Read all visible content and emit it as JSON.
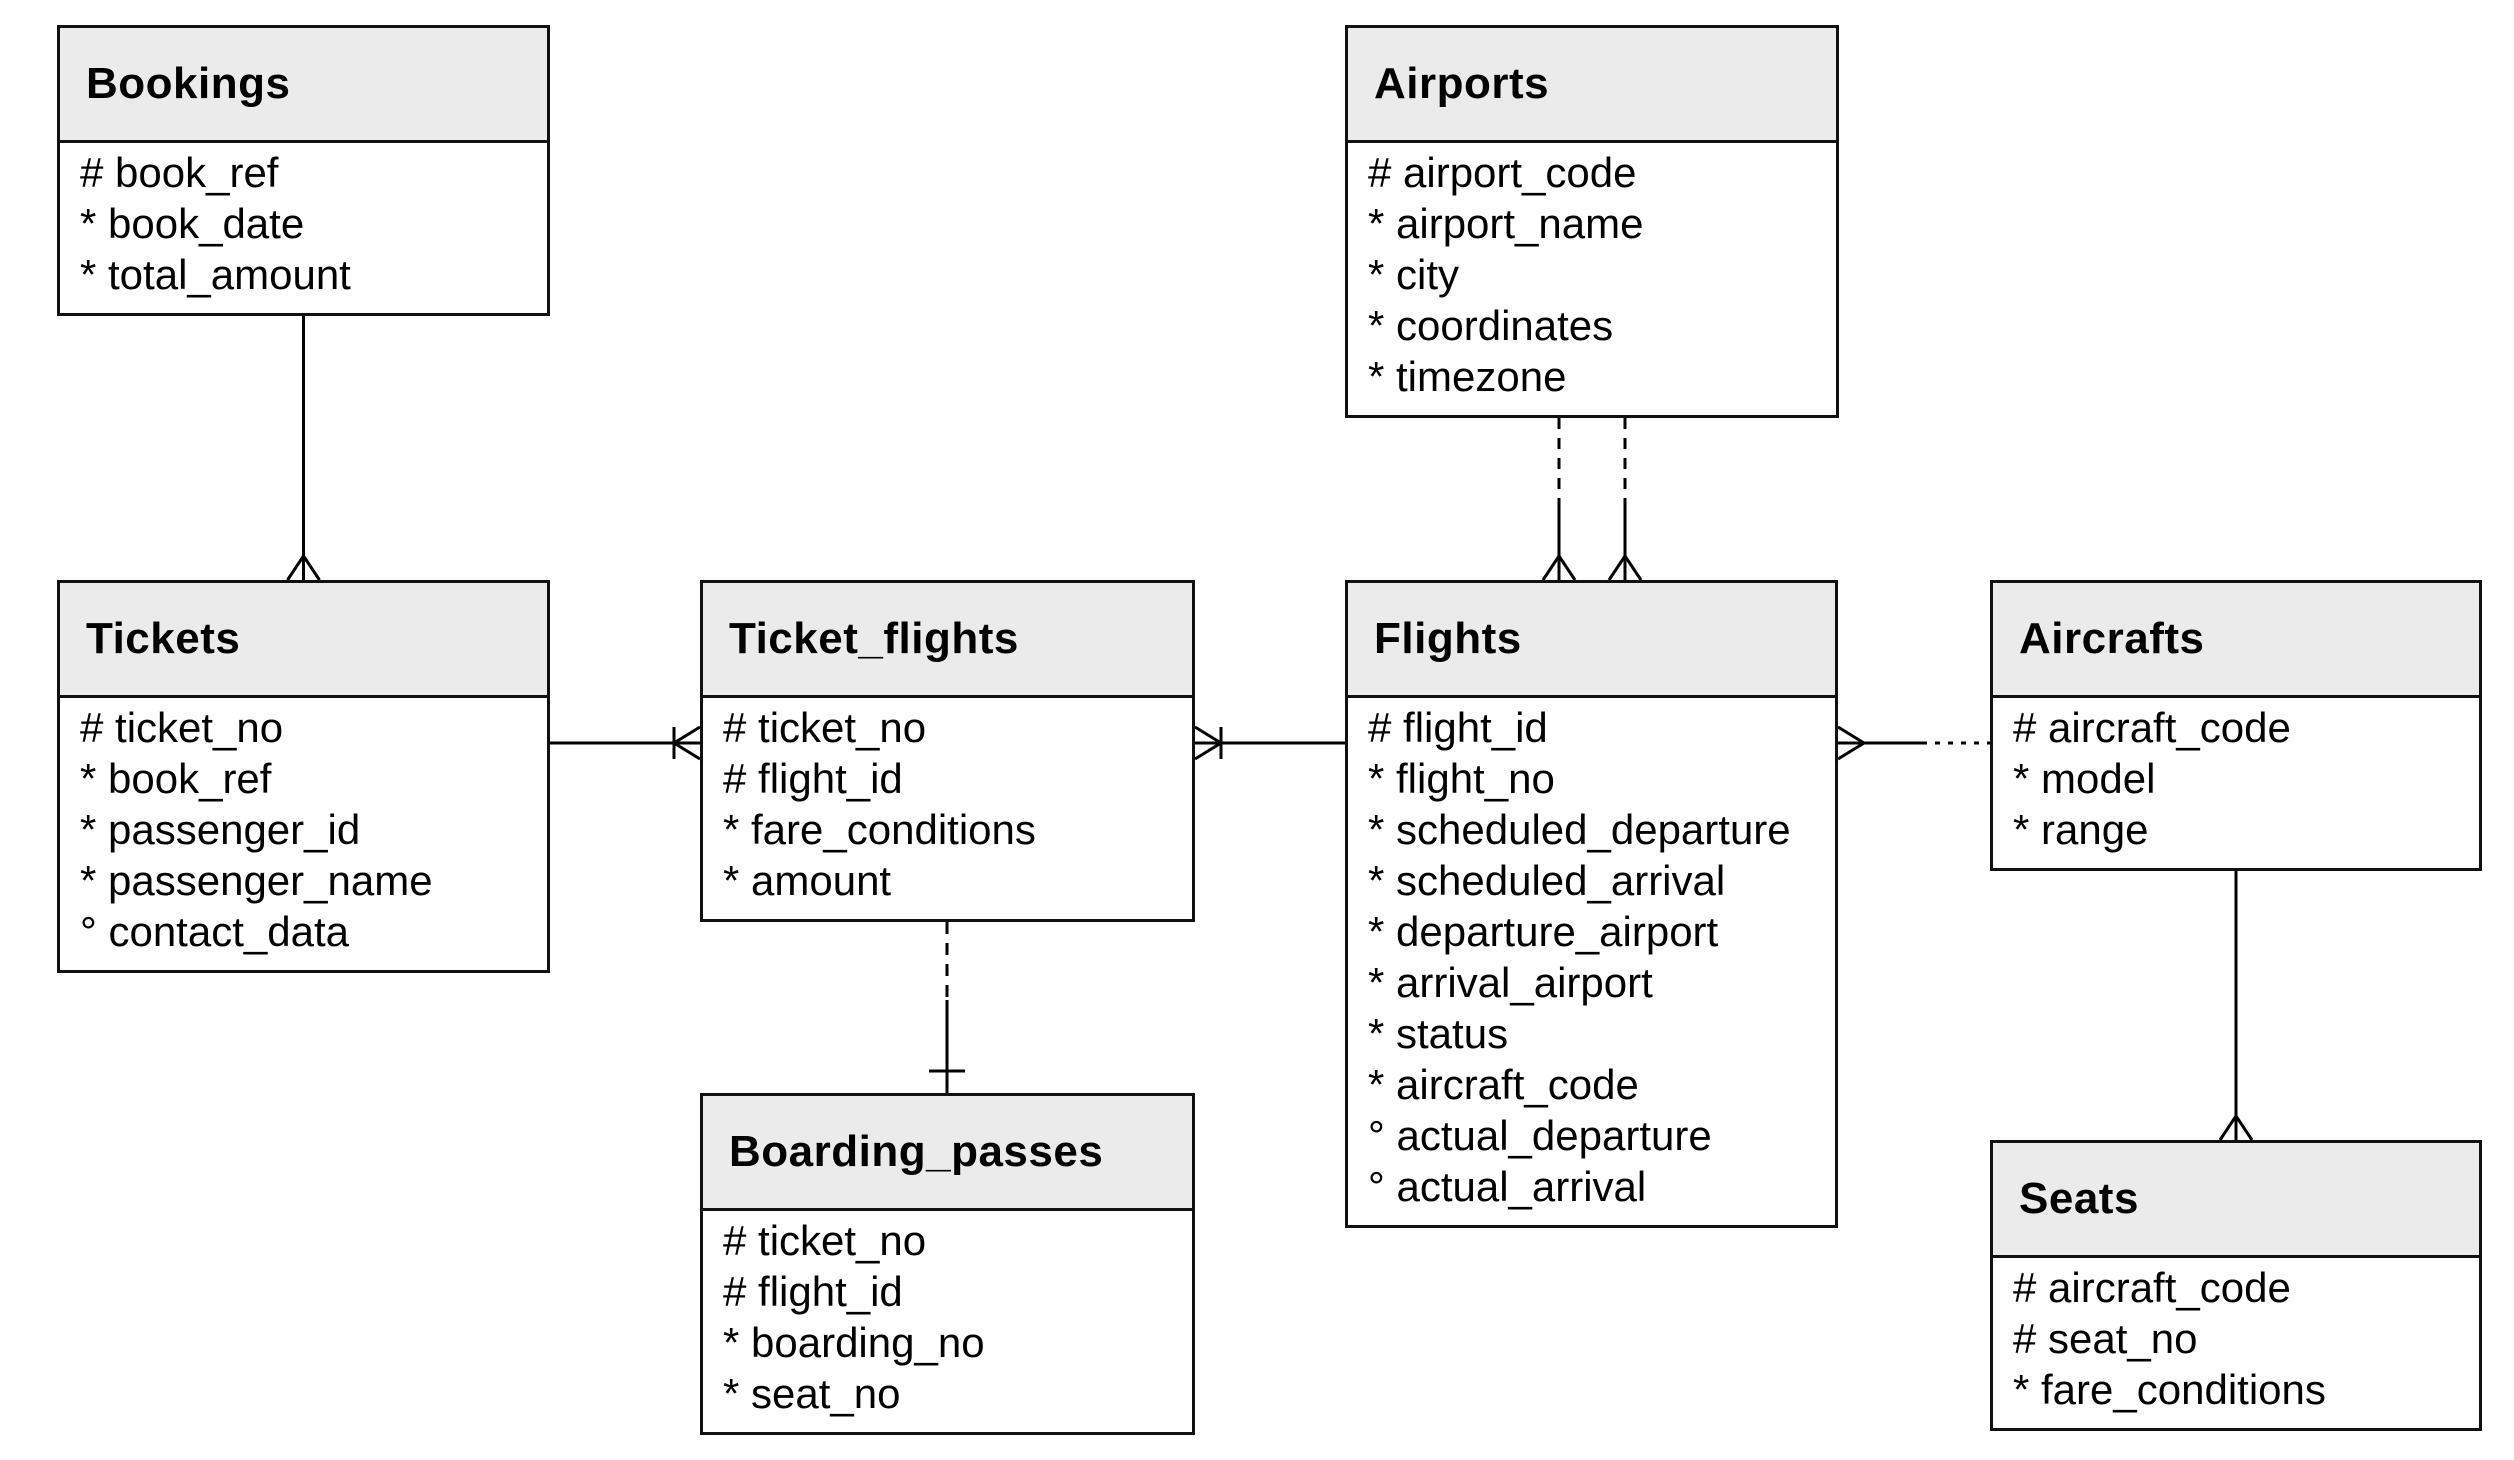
{
  "diagram": {
    "type": "entity-relationship-diagram",
    "notation": "crow-foot",
    "colors": {
      "canvas": "#ffffff",
      "entity_header_fill": "#ebebeb",
      "entity_body_fill": "#ffffff",
      "border": "#111111",
      "line": "#000000",
      "text": "#000000"
    },
    "entities": {
      "bookings": {
        "title": "Bookings",
        "attrs": [
          "# book_ref",
          "* book_date",
          "* total_amount"
        ]
      },
      "airports": {
        "title": "Airports",
        "attrs": [
          "# airport_code",
          "* airport_name",
          "* city",
          "* coordinates",
          "* timezone"
        ]
      },
      "tickets": {
        "title": "Tickets",
        "attrs": [
          "# ticket_no",
          "* book_ref",
          "* passenger_id",
          "* passenger_name",
          "° contact_data"
        ]
      },
      "ticket_flights": {
        "title": "Ticket_flights",
        "attrs": [
          "# ticket_no",
          "# flight_id",
          "* fare_conditions",
          "* amount"
        ]
      },
      "flights": {
        "title": "Flights",
        "attrs": [
          "# flight_id",
          "* flight_no",
          "* scheduled_departure",
          "* scheduled_arrival",
          "* departure_airport",
          "* arrival_airport",
          "* status",
          "* aircraft_code",
          "° actual_departure",
          "° actual_arrival"
        ]
      },
      "aircrafts": {
        "title": "Aircrafts",
        "attrs": [
          "# aircraft_code",
          "* model",
          "* range"
        ]
      },
      "boarding_passes": {
        "title": "Boarding_passes",
        "attrs": [
          "# ticket_no",
          "# flight_id",
          "* boarding_no",
          "* seat_no"
        ]
      },
      "seats": {
        "title": "Seats",
        "attrs": [
          "# aircraft_code",
          "# seat_no",
          "* fare_conditions"
        ]
      }
    },
    "relationships": [
      {
        "from": "Bookings",
        "to": "Tickets",
        "crow_foot_at": "Tickets",
        "one_tick": false,
        "dashed_segment": "none"
      },
      {
        "from": "Tickets",
        "to": "Ticket_flights",
        "crow_foot_at": "Ticket_flights",
        "one_tick": true,
        "dashed_segment": "none"
      },
      {
        "from": "Flights",
        "to": "Ticket_flights",
        "crow_foot_at": "Ticket_flights",
        "one_tick": true,
        "dashed_segment": "none"
      },
      {
        "from": "Airports",
        "to": "Flights",
        "crow_foot_at": "Flights",
        "one_tick": false,
        "dashed_segment": "Airports side"
      },
      {
        "from": "Airports",
        "to": "Flights",
        "crow_foot_at": "Flights",
        "one_tick": false,
        "dashed_segment": "Airports side"
      },
      {
        "from": "Ticket_flights",
        "to": "Boarding_passes",
        "crow_foot_at": "none",
        "one_tick": true,
        "dashed_segment": "Ticket_flights side"
      },
      {
        "from": "Aircrafts",
        "to": "Flights",
        "crow_foot_at": "Flights",
        "one_tick": false,
        "dashed_segment": "Aircrafts side"
      },
      {
        "from": "Aircrafts",
        "to": "Seats",
        "crow_foot_at": "Seats",
        "one_tick": false,
        "dashed_segment": "none"
      }
    ]
  }
}
